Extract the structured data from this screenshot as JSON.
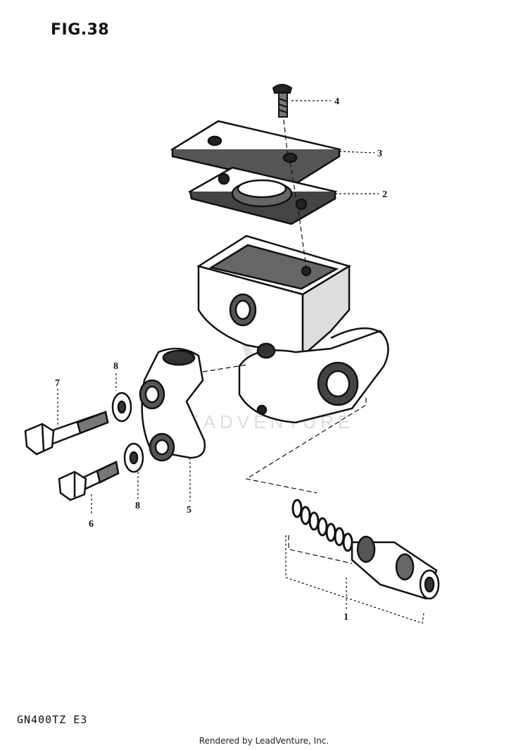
{
  "figure": {
    "title": "FIG.38"
  },
  "model": {
    "code": "GN400TZ E3"
  },
  "footer": {
    "credit": "Rendered by LeadVenture, Inc."
  },
  "watermark": {
    "text": "LEADVENTURE"
  },
  "callouts": [
    {
      "id": "1",
      "part": "piston-spring-assembly"
    },
    {
      "id": "2",
      "part": "diaphragm-gasket"
    },
    {
      "id": "3",
      "part": "reservoir-cap"
    },
    {
      "id": "4",
      "part": "cap-screw"
    },
    {
      "id": "5",
      "part": "clamp-holder"
    },
    {
      "id": "6",
      "part": "short-bolt"
    },
    {
      "id": "7",
      "part": "long-bolt"
    },
    {
      "id": "8",
      "part": "washer"
    }
  ],
  "colors": {
    "ink": "#111111",
    "paper": "#ffffff",
    "watermark": "#c8c8c8"
  }
}
